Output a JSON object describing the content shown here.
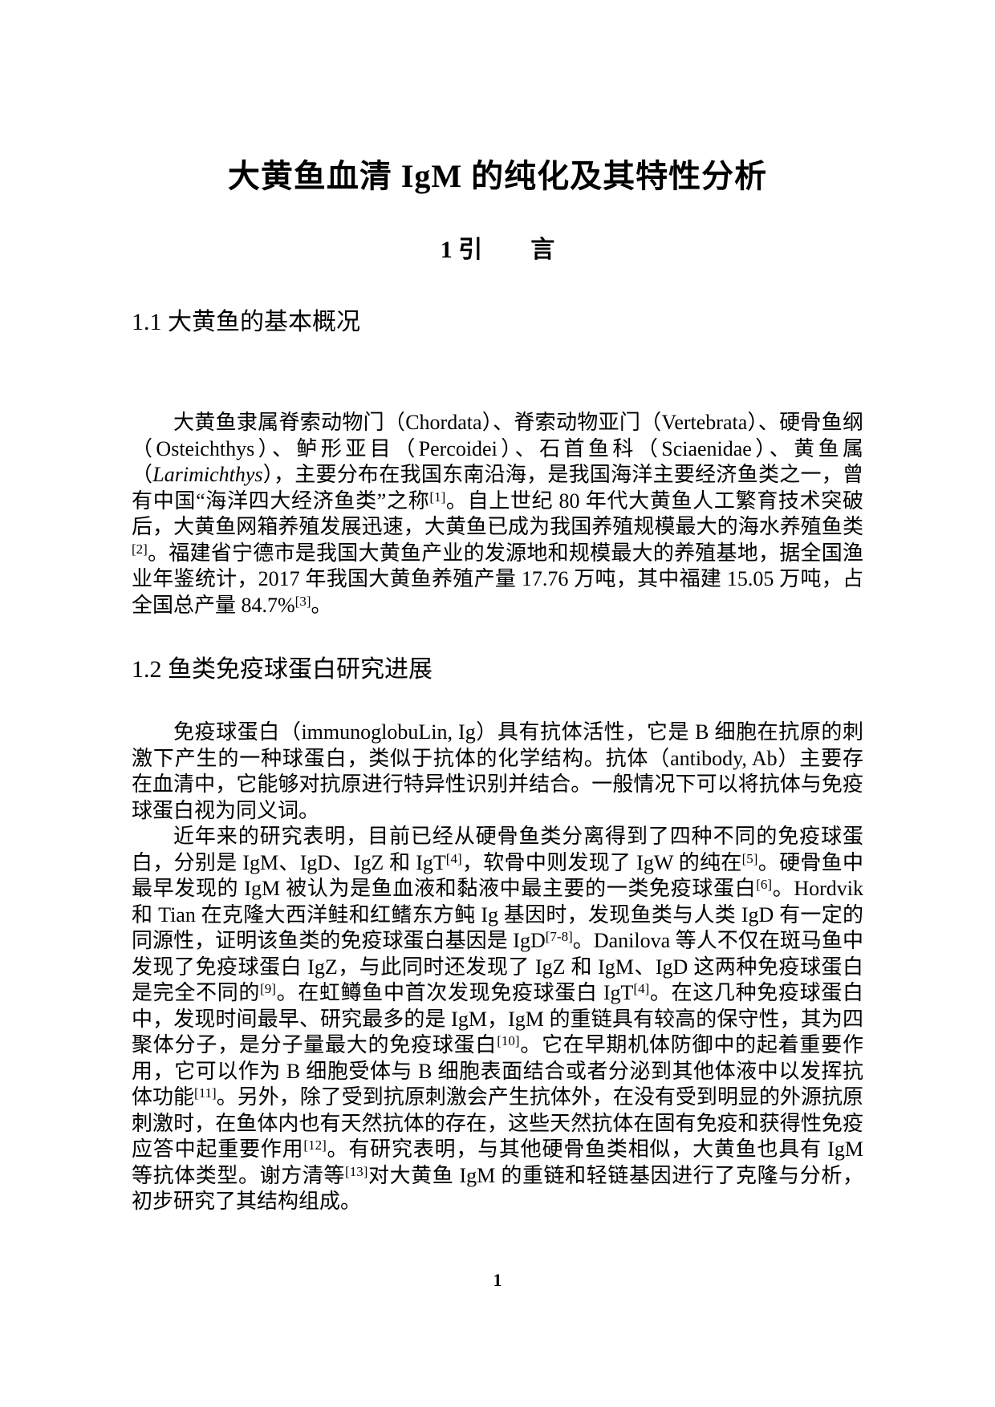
{
  "document": {
    "title": "大黄鱼血清 IgM 的纯化及其特性分析",
    "chapter_heading": "1 引　　言",
    "page_number": "1"
  },
  "sections": [
    {
      "heading": "1.1 大黄鱼的基本概况",
      "paragraphs": [
        {
          "segments": [
            {
              "t": "大黄鱼隶属脊索动物门（Chordata）、脊索动物亚门（Vertebrata）、硬骨鱼纲（Osteichthys）、鲈形亚目（Percoidei）、石首鱼科（Sciaenidae）、黄鱼属（"
            },
            {
              "t": "Larimichthys",
              "i": true
            },
            {
              "t": "），主要分布在我国东南沿海，是我国海洋主要经济鱼类之一，曾有中国“海洋四大经济鱼类”之称"
            },
            {
              "t": "[1]",
              "sup": true
            },
            {
              "t": "。自上世纪 80 年代大黄鱼人工繁育技术突破后，大黄鱼网箱养殖发展迅速，大黄鱼已成为我国养殖规模最大的海水养殖鱼类"
            },
            {
              "t": "[2]",
              "sup": true
            },
            {
              "t": "。福建省宁德市是我国大黄鱼产业的发源地和规模最大的养殖基地，据全国渔业年鉴统计，2017 年我国大黄鱼养殖产量 17.76 万吨，其中福建 15.05 万吨，占全国总产量 84.7%"
            },
            {
              "t": "[3]",
              "sup": true
            },
            {
              "t": "。"
            }
          ]
        }
      ]
    },
    {
      "heading": "1.2 鱼类免疫球蛋白研究进展",
      "paragraphs": [
        {
          "segments": [
            {
              "t": "免疫球蛋白（immunoglobuLin, Ig）具有抗体活性，它是 B 细胞在抗原的刺激下产生的一种球蛋白，类似于抗体的化学结构。抗体（antibody, Ab）主要存在血清中，它能够对抗原进行特异性识别并结合。一般情况下可以将抗体与免疫球蛋白视为同义词。"
            }
          ]
        },
        {
          "segments": [
            {
              "t": "近年来的研究表明，目前已经从硬骨鱼类分离得到了四种不同的免疫球蛋白，分别是 IgM、IgD、IgZ 和 IgT"
            },
            {
              "t": "[4]",
              "sup": true
            },
            {
              "t": "，软骨中则发现了 IgW 的纯在"
            },
            {
              "t": "[5]",
              "sup": true
            },
            {
              "t": "。硬骨鱼中最早发现的 IgM 被认为是鱼血液和黏液中最主要的一类免疫球蛋白"
            },
            {
              "t": "[6]",
              "sup": true
            },
            {
              "t": "。Hordvik 和 Tian 在克隆大西洋鲑和红鳍东方鲀 Ig 基因时，发现鱼类与人类 IgD 有一定的同源性，证明该鱼类的免疫球蛋白基因是 IgD"
            },
            {
              "t": "[7-8]",
              "sup": true
            },
            {
              "t": "。Danilova 等人不仅在斑马鱼中发现了免疫球蛋白 IgZ，与此同时还发现了 IgZ 和 IgM、IgD 这两种免疫球蛋白是完全不同的"
            },
            {
              "t": "[9]",
              "sup": true
            },
            {
              "t": "。在虹鳟鱼中首次发现免疫球蛋白 IgT"
            },
            {
              "t": "[4]",
              "sup": true
            },
            {
              "t": "。在这几种免疫球蛋白中，发现时间最早、研究最多的是 IgM，IgM 的重链具有较高的保守性，其为四聚体分子，是分子量最大的免疫球蛋白"
            },
            {
              "t": "[10]",
              "sup": true
            },
            {
              "t": "。它在早期机体防御中的起着重要作用，它可以作为 B 细胞受体与 B 细胞表面结合或者分泌到其他体液中以发挥抗体功能"
            },
            {
              "t": "[11]",
              "sup": true
            },
            {
              "t": "。另外，除了受到抗原刺激会产生抗体外，在没有受到明显的外源抗原刺激时，在鱼体内也有天然抗体的存在，这些天然抗体在固有免疫和获得性免疫应答中起重要作用"
            },
            {
              "t": "[12]",
              "sup": true
            },
            {
              "t": "。有研究表明，与其他硬骨鱼类相似，大黄鱼也具有 IgM 等抗体类型。谢方清等"
            },
            {
              "t": "[13]",
              "sup": true
            },
            {
              "t": "对大黄鱼 IgM 的重链和轻链基因进行了克隆与分析，初步研究了其结构组成。"
            }
          ]
        }
      ]
    }
  ]
}
